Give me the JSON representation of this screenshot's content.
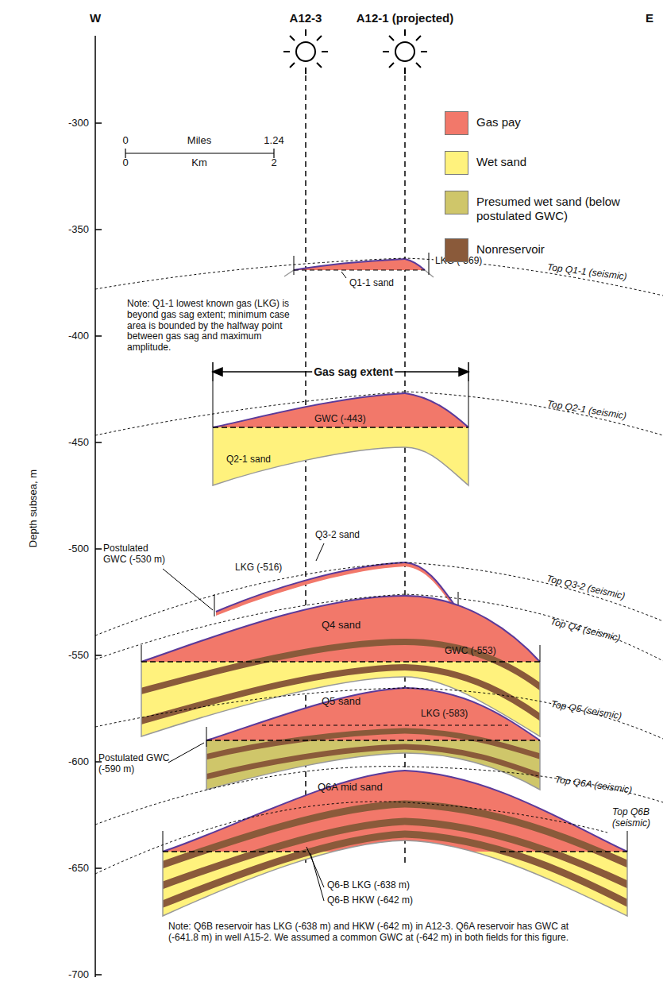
{
  "diagram": {
    "labels": [
      "W",
      "E",
      "A12-3",
      "A12-1 (projected)",
      "0",
      "Miles",
      "1.24",
      "0",
      "Km",
      "2",
      "-300",
      "-350",
      "-400",
      "-450",
      "-500",
      "-550",
      "-600",
      "-650",
      "-700",
      "Depth subsea, m",
      "Top Q1-1 (seismic)",
      "LKG (-369)",
      "Q1-1 sand",
      "Note: Q1-1 lowest known gas (LKG) is beyond gas sag extent; minimum case area is bounded by the halfway point between gas sag and maximum amplitude.",
      "Gas sag extent",
      "Top Q2-1 (seismic)",
      "GWC (-443)",
      "Q2-1 sand",
      "Q3-2 sand",
      "LKG (-516)",
      "Postulated GWC (-530 m)",
      "Top Q3-2 (seismic)",
      "Top Q4 (seismic)",
      "Q4 sand",
      "GWC (-553)",
      "Top Q5 (seismic)",
      "Q5 sand",
      "LKG (-583)",
      "Postulated GWC (-590 m)",
      "Top Q6A (seismic)",
      "Q6A mid sand",
      "Top Q6B (seismic)",
      "Q6-B LKG (-638 m)",
      "Q6-B HKW (-642 m)",
      "Note: Q6B reservoir has LKG (-638 m) and HKW (-642 m) in A12-3. Q6A reservoir has GWC at (-641.8 m) in well A15-2. We assumed a common GWC at (-642 m) in both fields for this figure."
    ],
    "legend": [
      {
        "text": "Gas pay",
        "color": "#f2786a"
      },
      {
        "text": "Wet sand",
        "color": "#fff27d"
      },
      {
        "text": "Presumed wet sand (below postulated GWC)",
        "color": "#cfc66a"
      },
      {
        "text": "Nonreservoir",
        "color": "#8a5a3a"
      }
    ]
  }
}
